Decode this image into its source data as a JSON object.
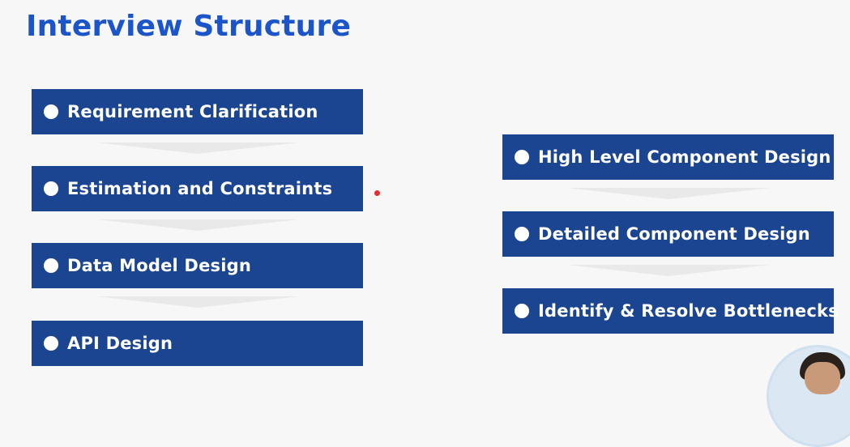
{
  "title": "Interview Structure",
  "left_steps": [
    "Requirement Clarification",
    "Estimation and Constraints",
    "Data Model Design",
    "API Design"
  ],
  "right_steps": [
    "High Level Component Design",
    "Detailed Component Design",
    "Identify & Resolve Bottlenecks"
  ],
  "colors": {
    "title": "#1b55c9",
    "box": "#1b4590",
    "bullet": "#ffffff",
    "pointer": "#e23030"
  }
}
